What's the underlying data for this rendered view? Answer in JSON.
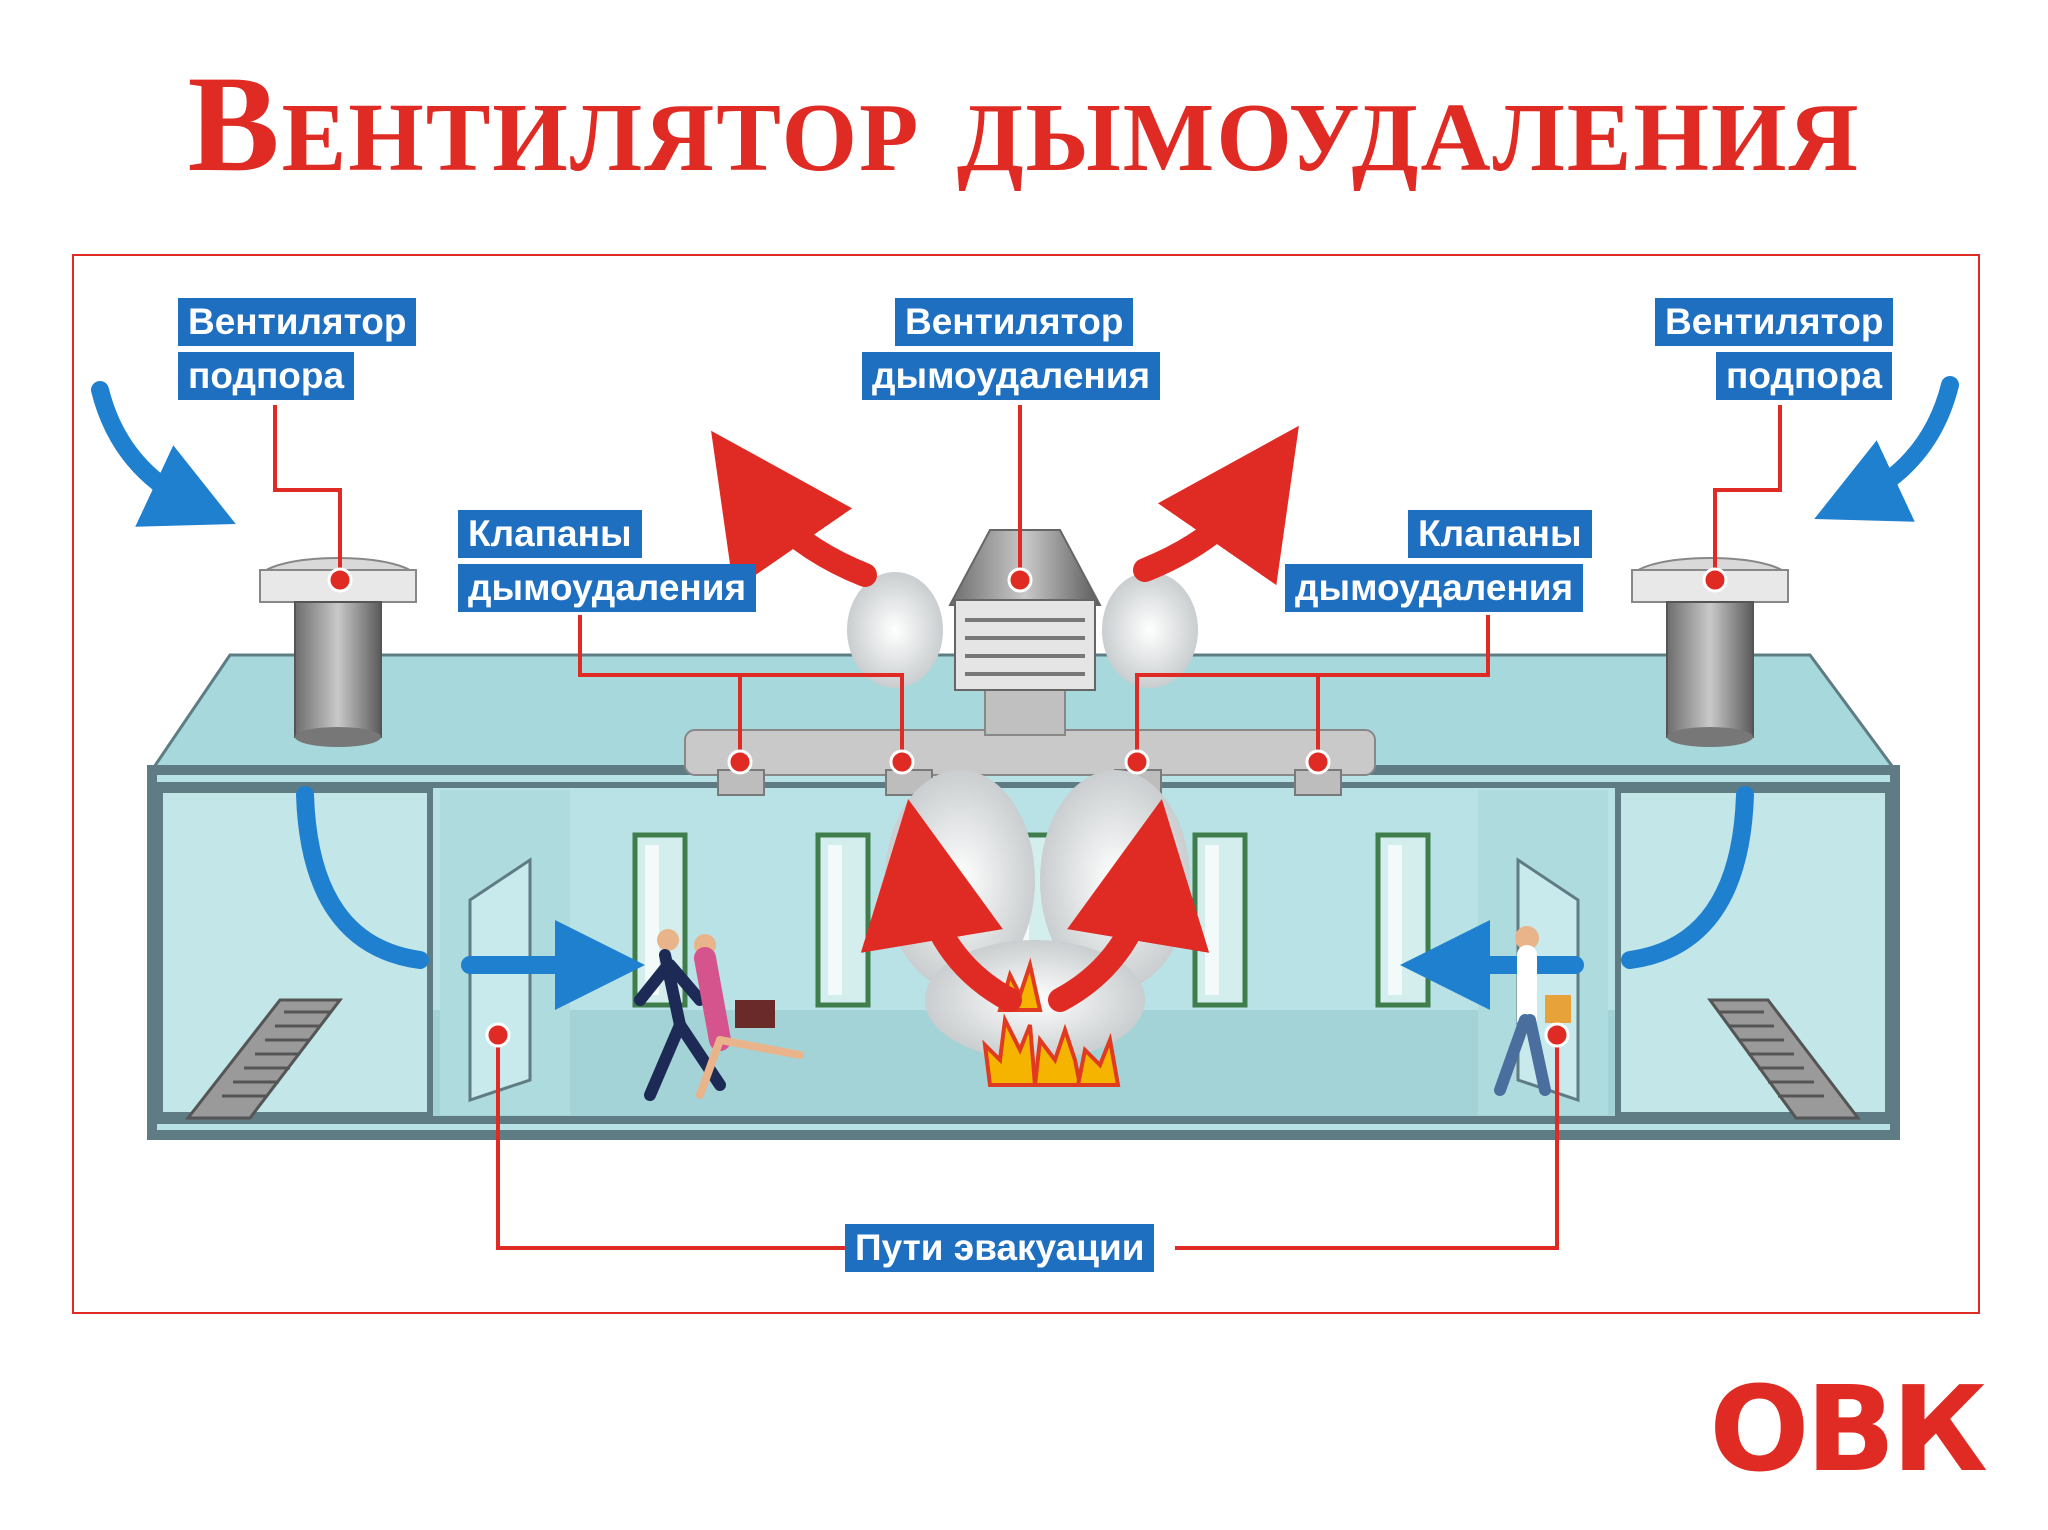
{
  "title": "Вентилятор дымоудаления",
  "labels": {
    "supply_fan_left": [
      "Вентилятор",
      "подпора"
    ],
    "smoke_fan": [
      "Вентилятор",
      "дымоудаления"
    ],
    "supply_fan_right": [
      "Вентилятор",
      "подпора"
    ],
    "valves_left": [
      "Клапаны",
      "дымоудаления"
    ],
    "valves_right": [
      "Клапаны",
      "дымоудаления"
    ],
    "evacuation": "Пути эвакуации"
  },
  "logo": "ОВК",
  "colors": {
    "title_red": "#e02b24",
    "label_blue": "#1f6fc1",
    "leader_red": "#e02b24",
    "airflow_blue": "#1f80d0",
    "smoke_red": "#e02b24",
    "floor_cyan": "#a7d8dc",
    "frame_grey": "#5f7c84"
  },
  "icons": [
    "supply-fan-icon",
    "smoke-fan-icon",
    "fire-icon",
    "smoke-cloud-icon",
    "person-icon",
    "door-icon",
    "airflow-arrow-icon"
  ]
}
